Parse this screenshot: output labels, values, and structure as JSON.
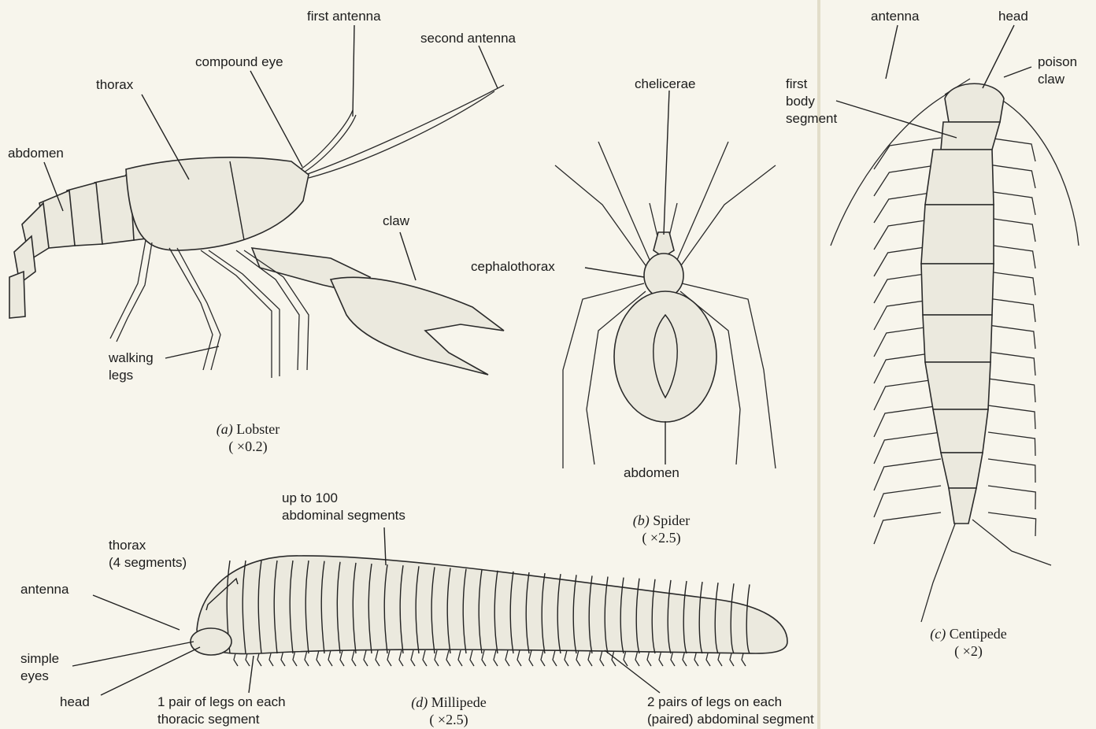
{
  "colors": {
    "background": "#f7f5ec",
    "ink": "#1c1c1c",
    "body_fill": "#ebe9de"
  },
  "lobster": {
    "caption_letter": "(a)",
    "caption_name": "Lobster",
    "caption_scale": "( ×0.2)",
    "labels": {
      "first_antenna": "first antenna",
      "second_antenna": "second antenna",
      "compound_eye": "compound eye",
      "thorax": "thorax",
      "abdomen": "abdomen",
      "claw": "claw",
      "walking_legs": "walking\nlegs"
    }
  },
  "spider": {
    "caption_letter": "(b)",
    "caption_name": "Spider",
    "caption_scale": "( ×2.5)",
    "labels": {
      "chelicerae": "chelicerae",
      "cephalothorax": "cephalothorax",
      "abdomen": "abdomen"
    }
  },
  "centipede": {
    "caption_letter": "(c)",
    "caption_name": "Centipede",
    "caption_scale": "( ×2)",
    "labels": {
      "antenna": "antenna",
      "head": "head",
      "poison_claw": "poison\nclaw",
      "first_body_segment": "first\nbody\nsegment"
    }
  },
  "millipede": {
    "caption_letter": "(d)",
    "caption_name": "Millipede",
    "caption_scale": "( ×2.5)",
    "labels": {
      "abdominal_segments": "up to 100\nabdominal segments",
      "thorax": "thorax\n(4 segments)",
      "antenna": "antenna",
      "simple_eyes": "simple\neyes",
      "head": "head",
      "legs_thoracic": "1 pair of legs on each\nthoracic segment",
      "legs_abdominal": "2 pairs of legs on each\n(paired) abdominal segment"
    }
  }
}
